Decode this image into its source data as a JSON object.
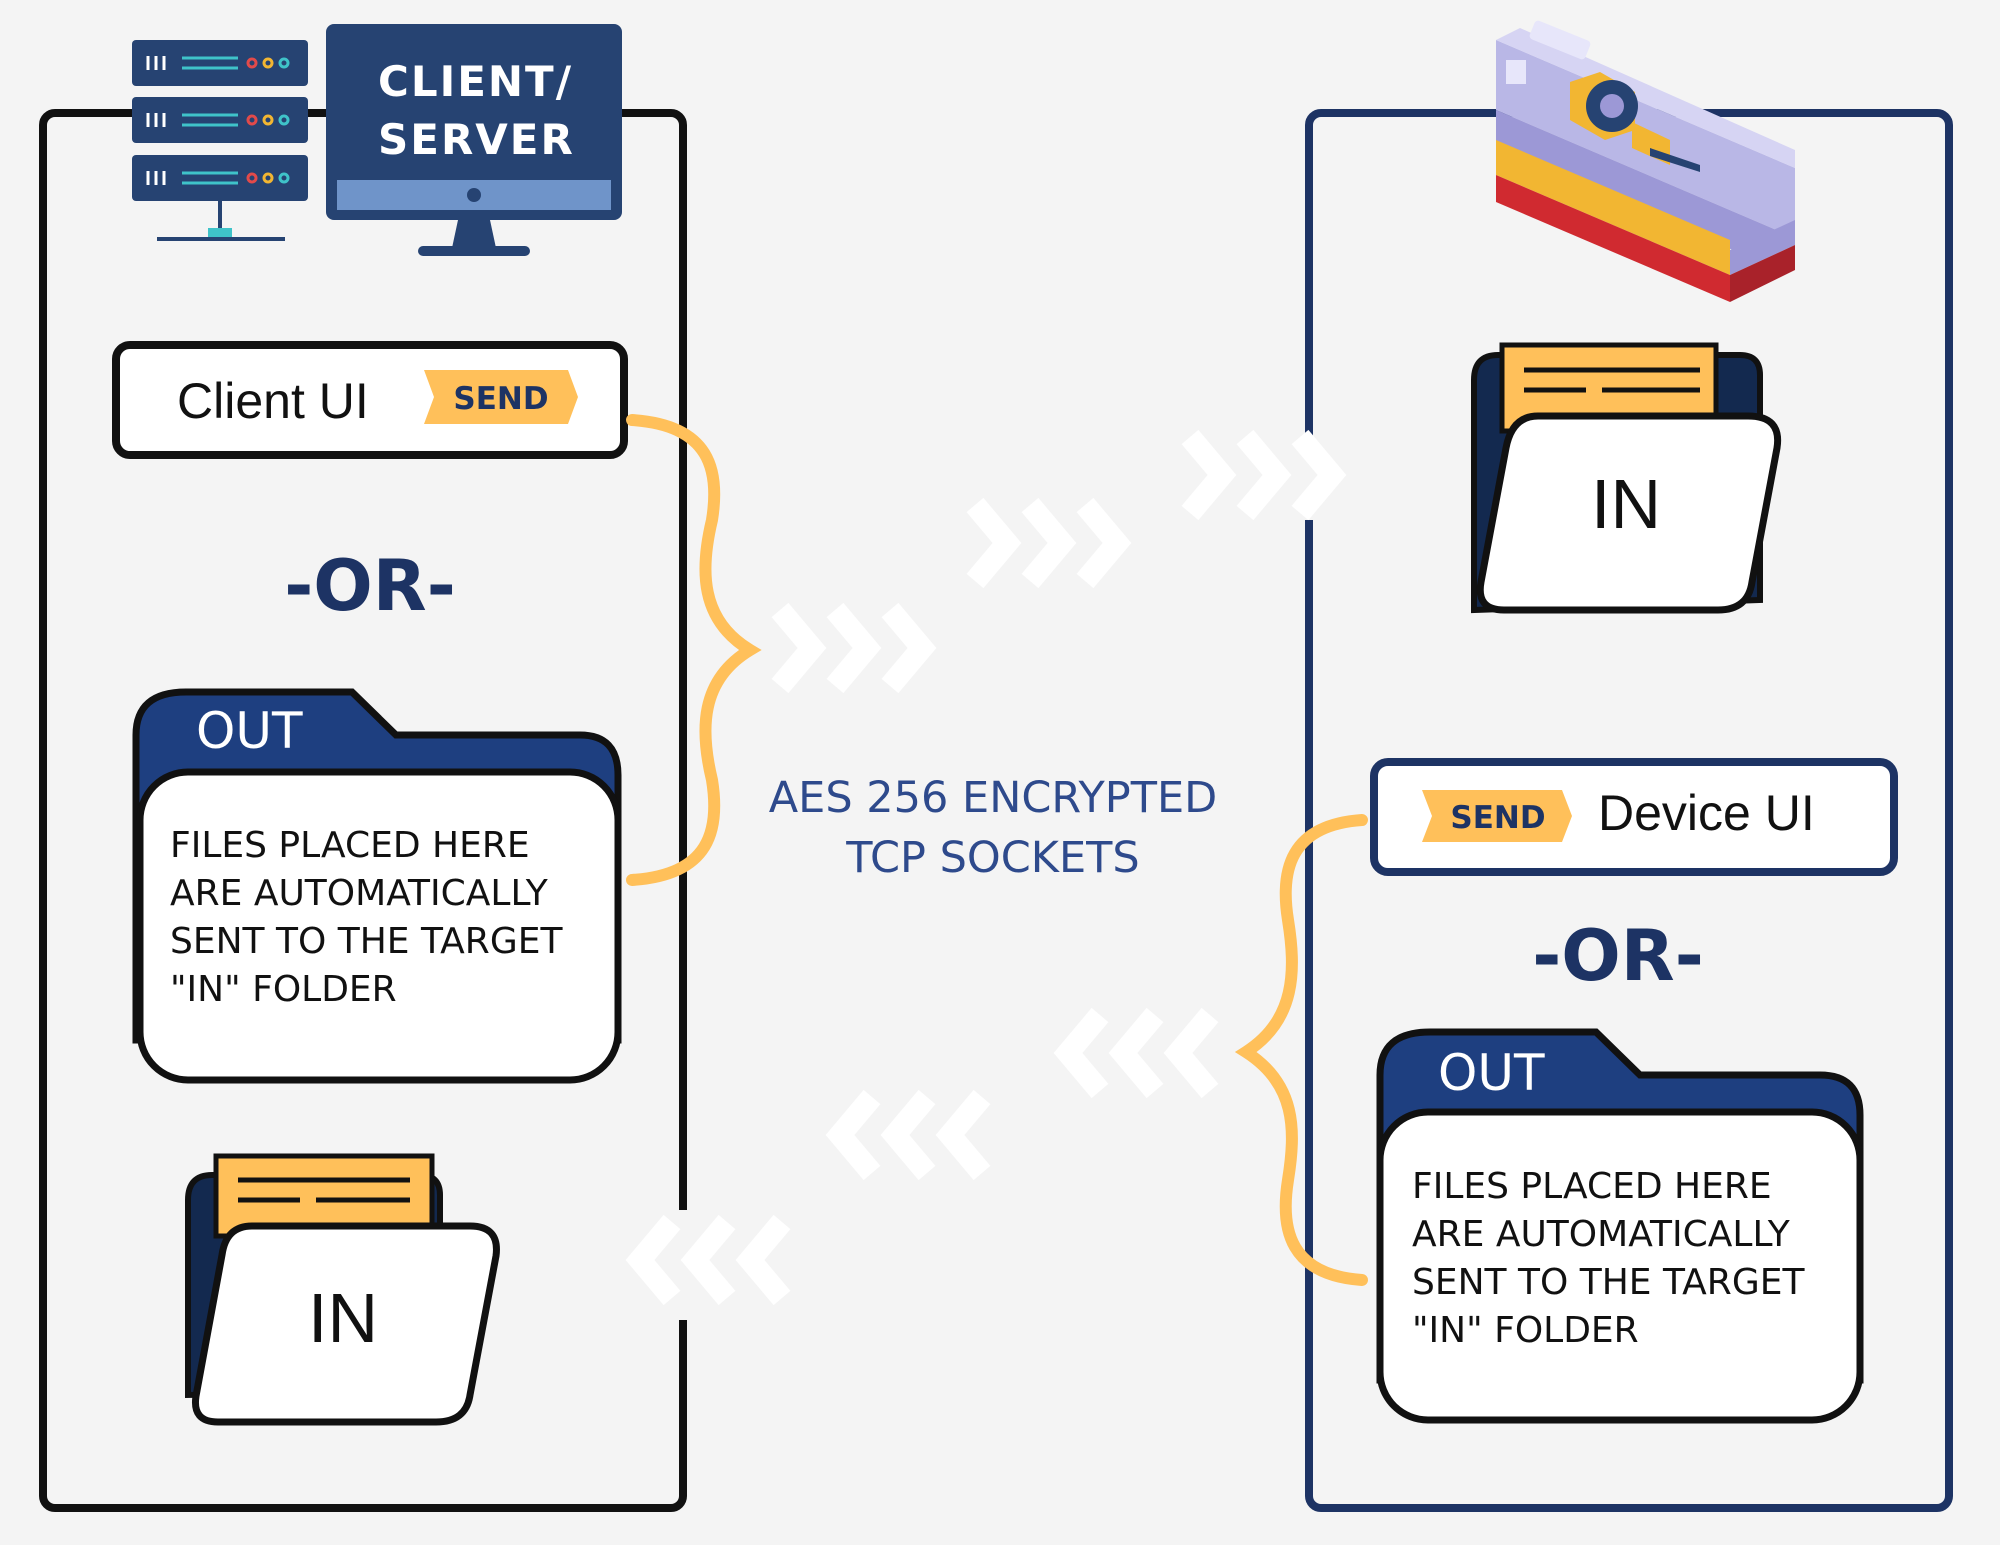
{
  "server_label": {
    "line1": "CLIENT/",
    "line2": "SERVER"
  },
  "left": {
    "client_ui_label": "Client UI",
    "send_label": "SEND",
    "or_label": "-OR-",
    "out_folder": {
      "tab_label": "OUT",
      "description": [
        "FILES PLACED HERE",
        "ARE AUTOMATICALLY",
        "SENT TO THE TARGET",
        "\"IN\" FOLDER"
      ]
    },
    "in_folder_label": "IN"
  },
  "center": {
    "caption_line1": "AES 256 ENCRYPTED",
    "caption_line2": "TCP SOCKETS"
  },
  "right": {
    "in_folder_label": "IN",
    "device_ui_label": "Device UI",
    "send_label": "SEND",
    "or_label": "-OR-",
    "out_folder": {
      "tab_label": "OUT",
      "description": [
        "FILES PLACED HERE",
        "ARE AUTOMATICALLY",
        "SENT TO THE TARGET",
        "\"IN\" FOLDER"
      ]
    }
  },
  "colors": {
    "navy": "#1d3364",
    "folder_blue": "#1e3f80",
    "yellow": "#ffc05a",
    "red": "#d02a30",
    "lavender": "#b9b7e6"
  }
}
